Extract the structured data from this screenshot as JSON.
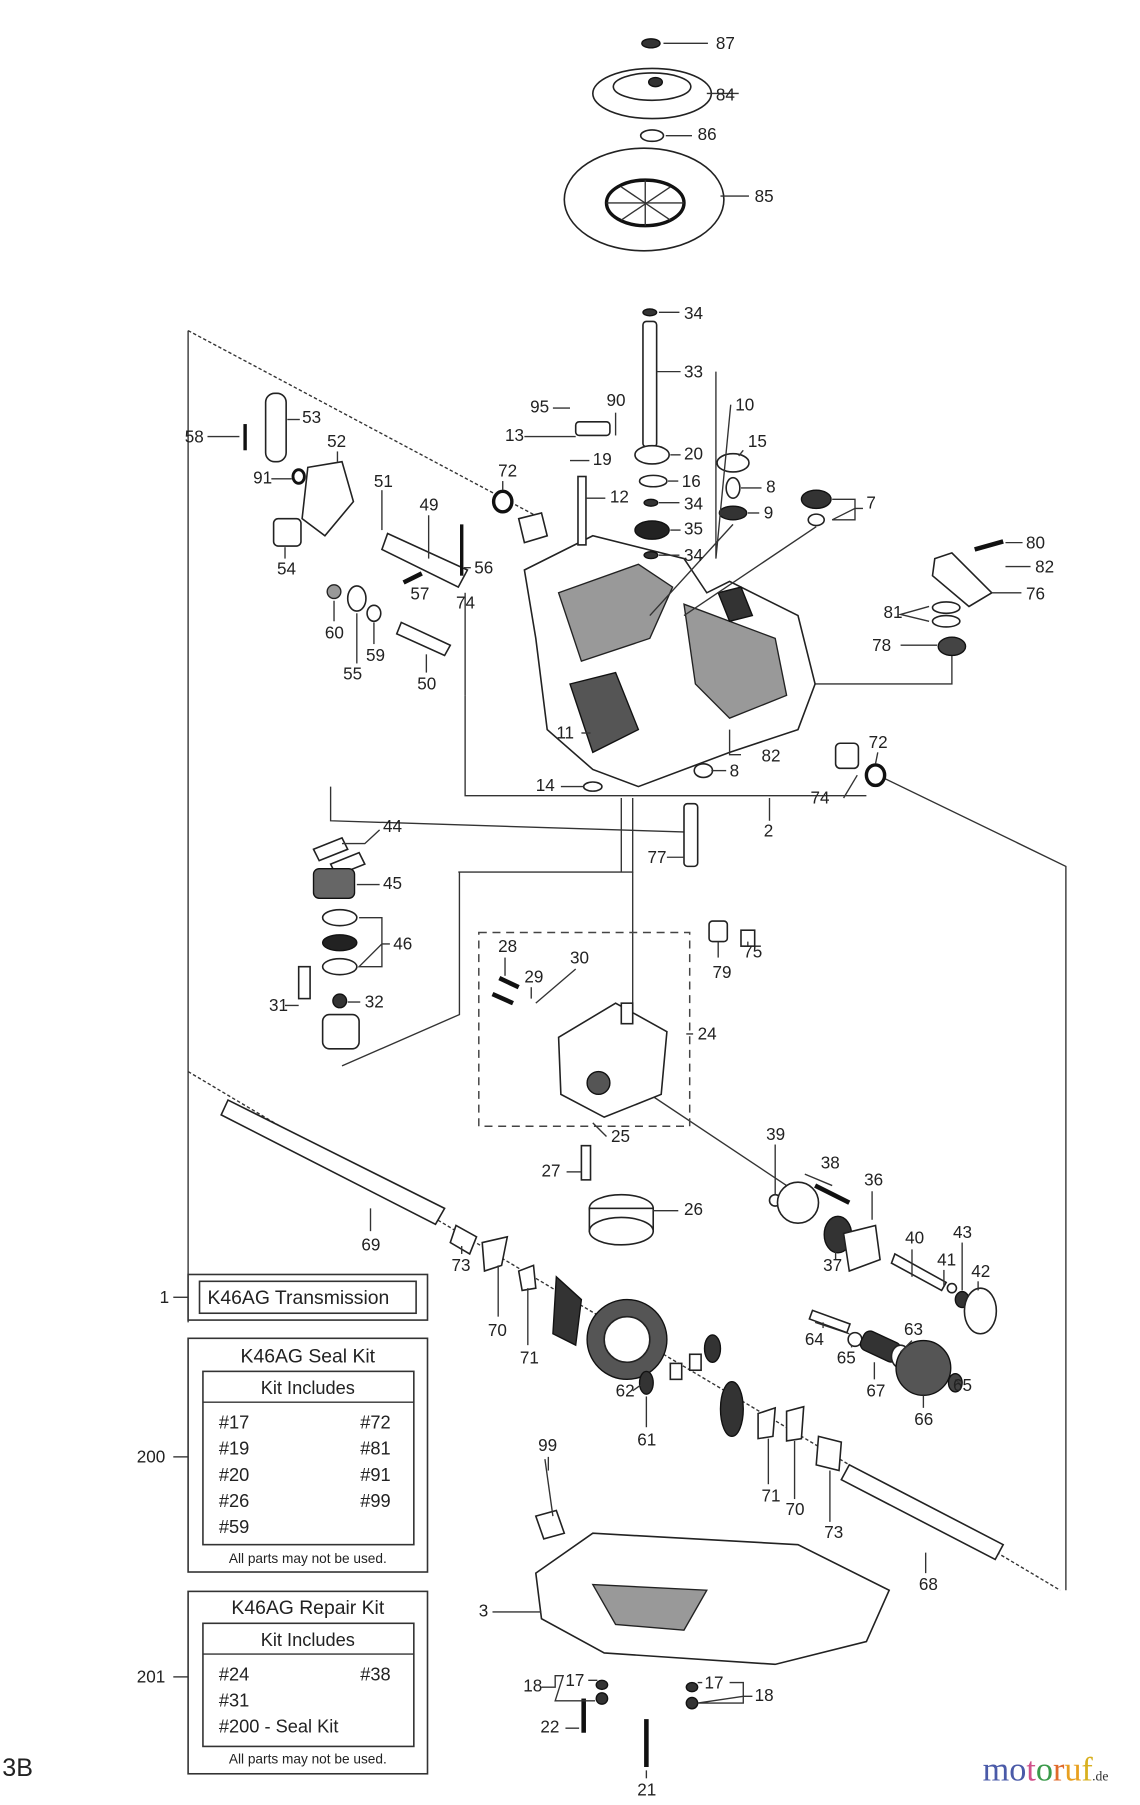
{
  "diagram": {
    "title": "K46AG Transmission exploded parts diagram",
    "figure_label": "3B",
    "callouts": [
      {
        "id": "87",
        "text": "87"
      },
      {
        "id": "84",
        "text": "84"
      },
      {
        "id": "86",
        "text": "86"
      },
      {
        "id": "85",
        "text": "85"
      },
      {
        "id": "34a",
        "text": "34"
      },
      {
        "id": "33",
        "text": "33"
      },
      {
        "id": "10",
        "text": "10"
      },
      {
        "id": "90",
        "text": "90"
      },
      {
        "id": "95",
        "text": "95"
      },
      {
        "id": "13",
        "text": "13"
      },
      {
        "id": "19",
        "text": "19"
      },
      {
        "id": "20",
        "text": "20"
      },
      {
        "id": "15",
        "text": "15"
      },
      {
        "id": "16",
        "text": "16"
      },
      {
        "id": "12",
        "text": "12"
      },
      {
        "id": "34b",
        "text": "34"
      },
      {
        "id": "8a",
        "text": "8"
      },
      {
        "id": "9",
        "text": "9"
      },
      {
        "id": "7",
        "text": "7"
      },
      {
        "id": "35",
        "text": "35"
      },
      {
        "id": "34c",
        "text": "34"
      },
      {
        "id": "53",
        "text": "53"
      },
      {
        "id": "58",
        "text": "58"
      },
      {
        "id": "52",
        "text": "52"
      },
      {
        "id": "91",
        "text": "91"
      },
      {
        "id": "72a",
        "text": "72"
      },
      {
        "id": "51",
        "text": "51"
      },
      {
        "id": "49",
        "text": "49"
      },
      {
        "id": "56",
        "text": "56"
      },
      {
        "id": "54",
        "text": "54"
      },
      {
        "id": "57",
        "text": "57"
      },
      {
        "id": "74a",
        "text": "74"
      },
      {
        "id": "60",
        "text": "60"
      },
      {
        "id": "55",
        "text": "55"
      },
      {
        "id": "59",
        "text": "59"
      },
      {
        "id": "50",
        "text": "50"
      },
      {
        "id": "80",
        "text": "80"
      },
      {
        "id": "82a",
        "text": "82"
      },
      {
        "id": "76",
        "text": "76"
      },
      {
        "id": "81",
        "text": "81"
      },
      {
        "id": "78",
        "text": "78"
      },
      {
        "id": "11",
        "text": "11"
      },
      {
        "id": "82b",
        "text": "82"
      },
      {
        "id": "14",
        "text": "14"
      },
      {
        "id": "8b",
        "text": "8"
      },
      {
        "id": "74b",
        "text": "74"
      },
      {
        "id": "72b",
        "text": "72"
      },
      {
        "id": "2",
        "text": "2"
      },
      {
        "id": "44",
        "text": "44"
      },
      {
        "id": "45",
        "text": "45"
      },
      {
        "id": "46",
        "text": "46"
      },
      {
        "id": "31",
        "text": "31"
      },
      {
        "id": "32",
        "text": "32"
      },
      {
        "id": "77",
        "text": "77"
      },
      {
        "id": "79",
        "text": "79"
      },
      {
        "id": "75",
        "text": "75"
      },
      {
        "id": "28",
        "text": "28"
      },
      {
        "id": "29",
        "text": "29"
      },
      {
        "id": "30",
        "text": "30"
      },
      {
        "id": "24",
        "text": "24"
      },
      {
        "id": "25",
        "text": "25"
      },
      {
        "id": "27",
        "text": "27"
      },
      {
        "id": "26",
        "text": "26"
      },
      {
        "id": "39",
        "text": "39"
      },
      {
        "id": "38",
        "text": "38"
      },
      {
        "id": "36",
        "text": "36"
      },
      {
        "id": "37",
        "text": "37"
      },
      {
        "id": "40",
        "text": "40"
      },
      {
        "id": "41",
        "text": "41"
      },
      {
        "id": "43",
        "text": "43"
      },
      {
        "id": "42",
        "text": "42"
      },
      {
        "id": "69",
        "text": "69"
      },
      {
        "id": "73a",
        "text": "73"
      },
      {
        "id": "70a",
        "text": "70"
      },
      {
        "id": "71a",
        "text": "71"
      },
      {
        "id": "64",
        "text": "64"
      },
      {
        "id": "65a",
        "text": "65"
      },
      {
        "id": "63",
        "text": "63"
      },
      {
        "id": "65b",
        "text": "65"
      },
      {
        "id": "67",
        "text": "67"
      },
      {
        "id": "66",
        "text": "66"
      },
      {
        "id": "62",
        "text": "62"
      },
      {
        "id": "61",
        "text": "61"
      },
      {
        "id": "99",
        "text": "99"
      },
      {
        "id": "71b",
        "text": "71"
      },
      {
        "id": "70b",
        "text": "70"
      },
      {
        "id": "73b",
        "text": "73"
      },
      {
        "id": "68",
        "text": "68"
      },
      {
        "id": "3",
        "text": "3"
      },
      {
        "id": "17a",
        "text": "17"
      },
      {
        "id": "18a",
        "text": "18"
      },
      {
        "id": "22",
        "text": "22"
      },
      {
        "id": "17b",
        "text": "17"
      },
      {
        "id": "18b",
        "text": "18"
      },
      {
        "id": "21",
        "text": "21"
      }
    ]
  },
  "kits": {
    "transmission": {
      "ref": "1",
      "title": "K46AG Transmission"
    },
    "seal_kit": {
      "ref": "200",
      "title": "K46AG Seal Kit",
      "includes_header": "Kit Includes",
      "left_items": [
        "#17",
        "#19",
        "#20",
        "#26",
        "#59"
      ],
      "right_items": [
        "#72",
        "#81",
        "#91",
        "#99"
      ],
      "note": "All parts may not be used."
    },
    "repair_kit": {
      "ref": "201",
      "title": "K46AG Repair Kit",
      "includes_header": "Kit Includes",
      "left_items": [
        "#24",
        "#31",
        "#200 - Seal Kit"
      ],
      "right_items": [
        "#38"
      ],
      "note": "All parts may not be used."
    }
  },
  "watermark": {
    "letters": [
      {
        "ch": "m",
        "color": "#4a5aa8"
      },
      {
        "ch": "o",
        "color": "#4a5aa8"
      },
      {
        "ch": "t",
        "color": "#d0508a"
      },
      {
        "ch": "o",
        "color": "#3a9a4a"
      },
      {
        "ch": "r",
        "color": "#e06a2a"
      },
      {
        "ch": "u",
        "color": "#e8a020"
      },
      {
        "ch": "f",
        "color": "#d8b020"
      }
    ],
    "suffix": ".de"
  }
}
